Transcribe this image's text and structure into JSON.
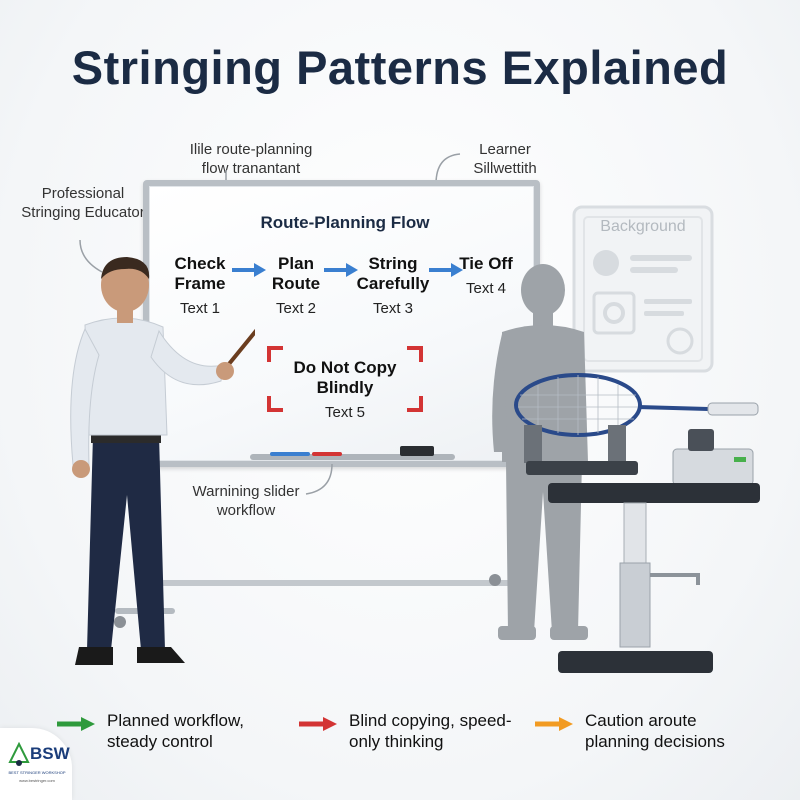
{
  "title": "Stringing Patterns Explained",
  "callouts": {
    "educator": "Professional Stringing Educator",
    "flow": "Ilile route-planning flow tranantant",
    "learner": "Learner Sillwettith",
    "warning": "Warnining slider workflow",
    "background": "Background"
  },
  "board": {
    "heading": "Route-Planning Flow",
    "steps": [
      {
        "label": "Check Frame",
        "sub": "Text 1"
      },
      {
        "label": "Plan Route",
        "sub": "Text 2"
      },
      {
        "label": "String Carefully",
        "sub": "Text 3"
      },
      {
        "label": "Tie Off",
        "sub": "Text 4"
      }
    ],
    "warning": {
      "label": "Do Not Copy Blindly",
      "sub": "Text 5"
    }
  },
  "legend": [
    {
      "text": "Planned workflow, steady control",
      "color": "#2e9a3c"
    },
    {
      "text": "Blind copying, speed-only thinking",
      "color": "#d33434"
    },
    {
      "text": "Caution aroute planning decisions",
      "color": "#f29b22"
    }
  ],
  "logo": {
    "text": "BSW",
    "tagline": "BEST STRINGER WORKSHOP",
    "url": "www.bestringer.com"
  },
  "colors": {
    "title": "#1b2b44",
    "arrow_blue": "#3a7fd0",
    "warning_red": "#d33434"
  }
}
